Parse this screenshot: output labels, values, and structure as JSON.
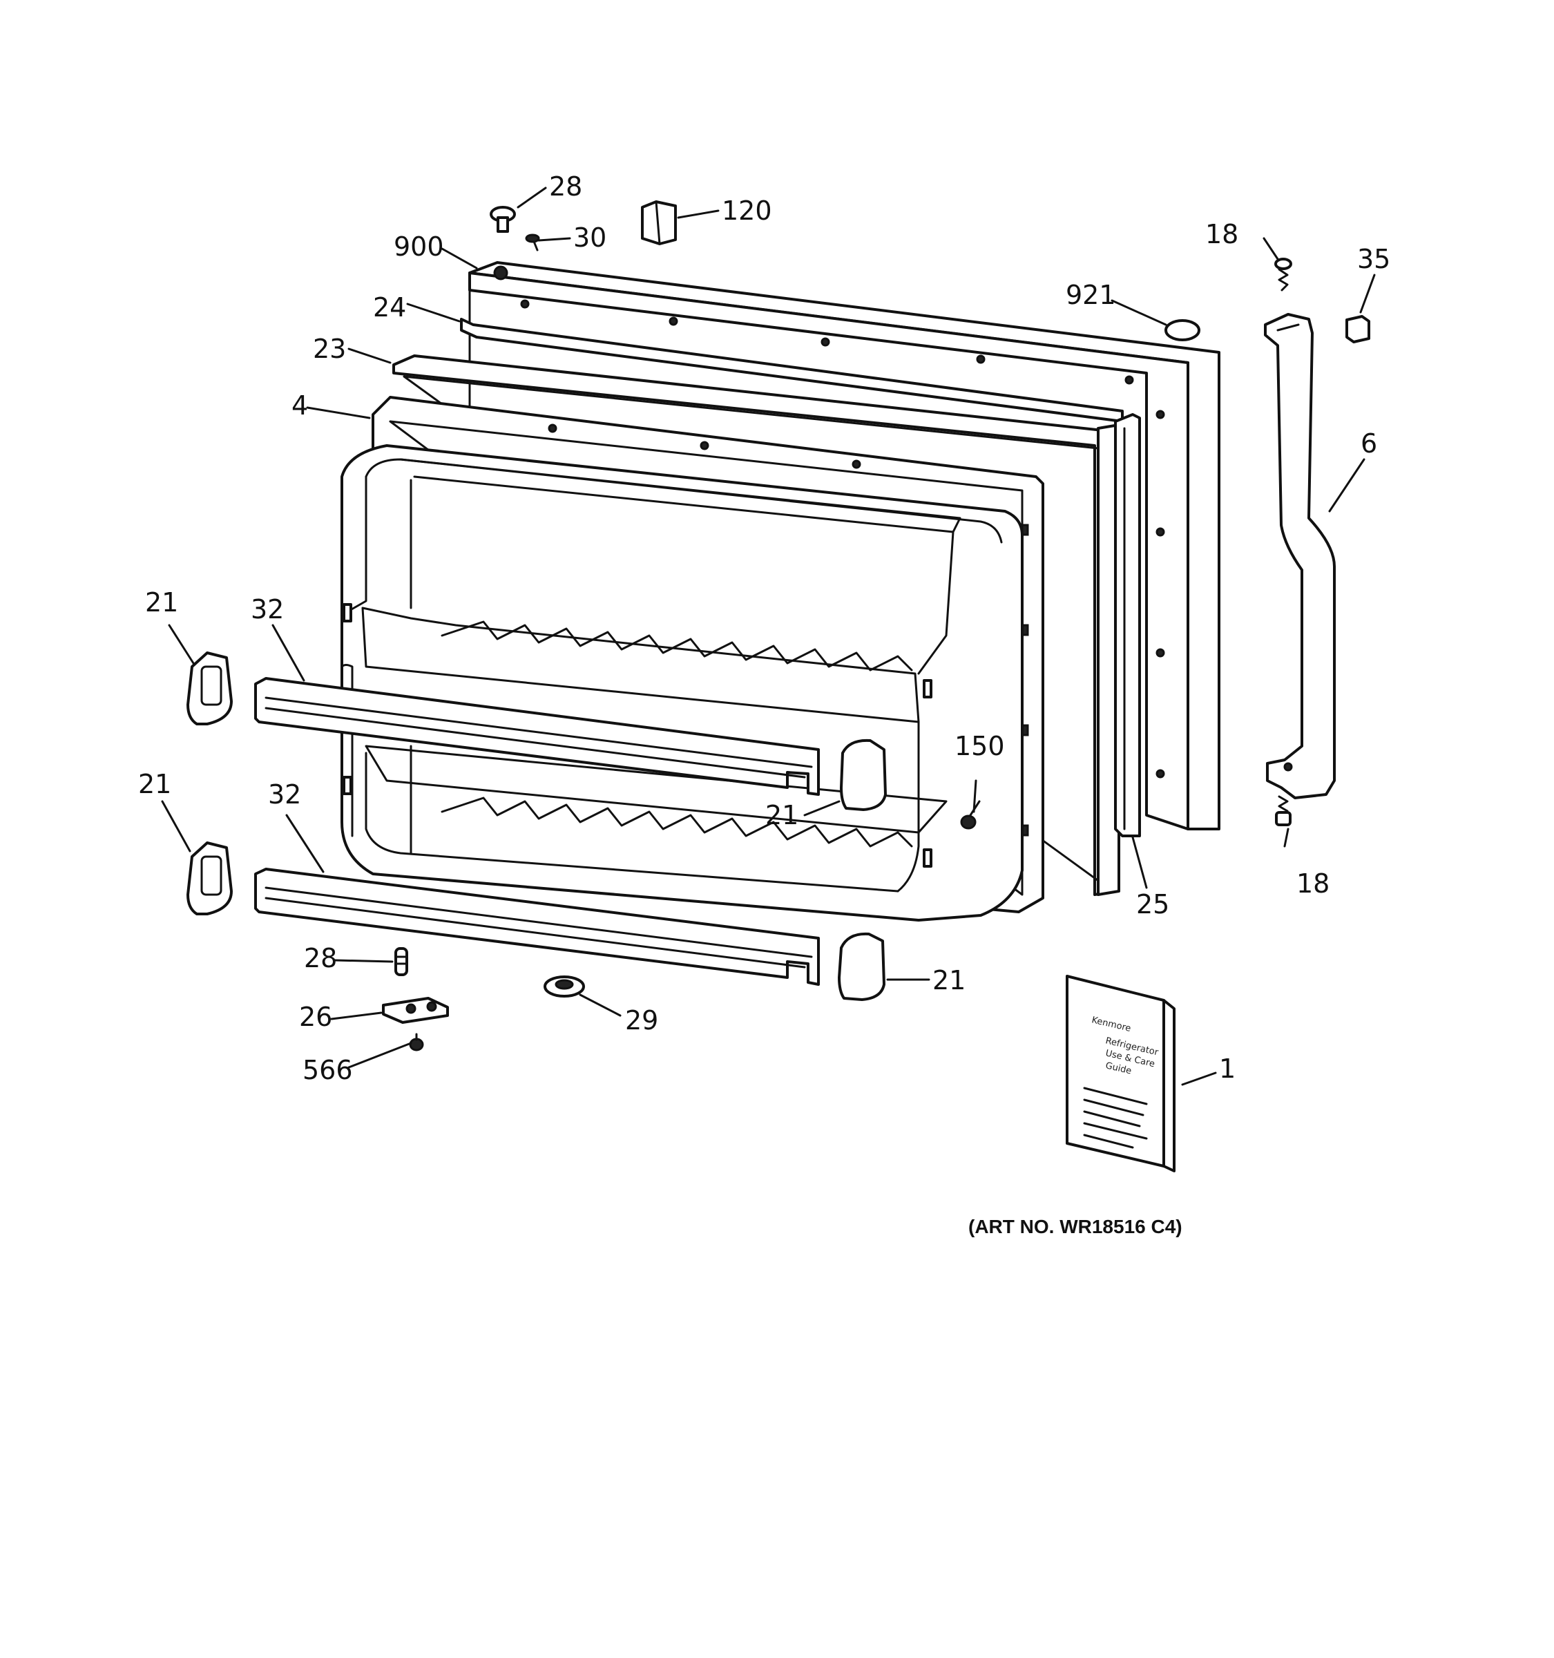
{
  "art_number": "(ART NO. WR18516 C4)",
  "booklet": {
    "brand": "Kenmore",
    "lines": [
      "Refrigerator",
      "Use & Care",
      "Guide"
    ]
  },
  "callouts": [
    {
      "id": "c-28-top",
      "label": "28",
      "part": "plug-button-top"
    },
    {
      "id": "c-30",
      "label": "30",
      "part": "screw-top"
    },
    {
      "id": "c-120",
      "label": "120",
      "part": "block-120"
    },
    {
      "id": "c-900",
      "label": "900",
      "part": "door-outer-panel"
    },
    {
      "id": "c-24",
      "label": "24",
      "part": "door-breaker-strip-24"
    },
    {
      "id": "c-23",
      "label": "23",
      "part": "door-gasket-23"
    },
    {
      "id": "c-4",
      "label": "4",
      "part": "door-liner-4"
    },
    {
      "id": "c-921",
      "label": "921",
      "part": "plug-921"
    },
    {
      "id": "c-18-top",
      "label": "18",
      "part": "screw-18-top"
    },
    {
      "id": "c-35",
      "label": "35",
      "part": "cap-35"
    },
    {
      "id": "c-6",
      "label": "6",
      "part": "door-handle-6"
    },
    {
      "id": "c-18-bottom",
      "label": "18",
      "part": "screw-18-bottom"
    },
    {
      "id": "c-21-left-top",
      "label": "21",
      "part": "shelf-end-cap-left-upper"
    },
    {
      "id": "c-32-top",
      "label": "32",
      "part": "shelf-rail-upper"
    },
    {
      "id": "c-21-left-bottom",
      "label": "21",
      "part": "shelf-end-cap-left-lower"
    },
    {
      "id": "c-32-bottom",
      "label": "32",
      "part": "shelf-rail-lower"
    },
    {
      "id": "c-21-mid",
      "label": "21",
      "part": "shelf-end-cap-right-upper"
    },
    {
      "id": "c-150",
      "label": "150",
      "part": "screw-150"
    },
    {
      "id": "c-25",
      "label": "25",
      "part": "door-stop-strip-25"
    },
    {
      "id": "c-21-right-bottom",
      "label": "21",
      "part": "shelf-end-cap-right-lower"
    },
    {
      "id": "c-28-bottom",
      "label": "28",
      "part": "pin-28-bottom"
    },
    {
      "id": "c-26",
      "label": "26",
      "part": "hinge-plate-26"
    },
    {
      "id": "c-566",
      "label": "566",
      "part": "screw-566"
    },
    {
      "id": "c-29",
      "label": "29",
      "part": "bushing-29"
    },
    {
      "id": "c-1",
      "label": "1",
      "part": "use-care-booklet"
    }
  ]
}
